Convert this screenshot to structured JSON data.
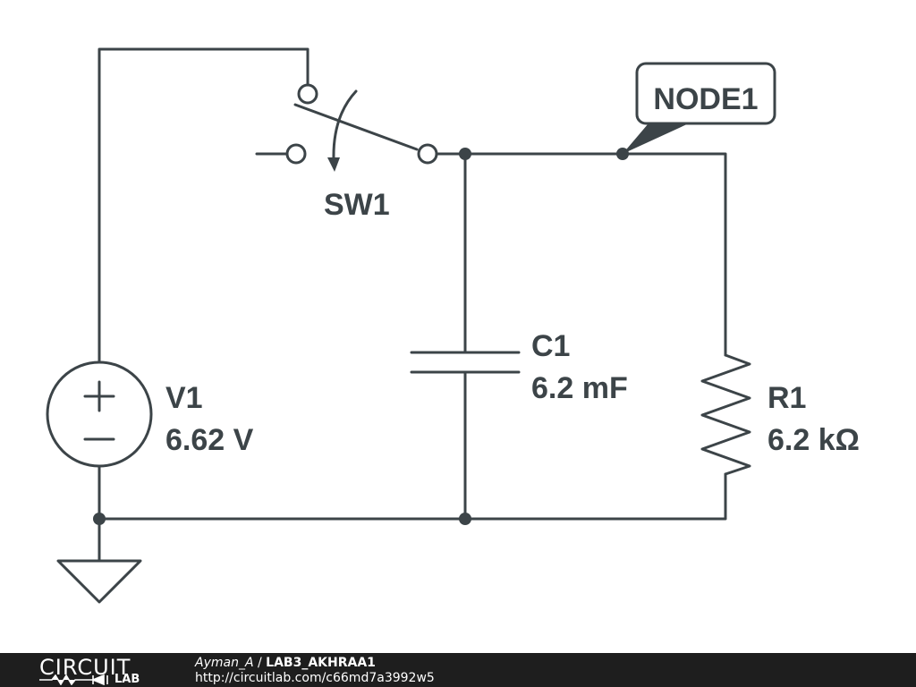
{
  "components": {
    "switch": {
      "name": "SW1"
    },
    "node_label": {
      "name": "NODE1"
    },
    "source": {
      "name": "V1",
      "value": "6.62 V",
      "plus": "+",
      "minus": "−"
    },
    "capacitor": {
      "name": "C1",
      "value": "6.2 mF"
    },
    "resistor": {
      "name": "R1",
      "value": "6.2 kΩ"
    }
  },
  "footer": {
    "logo_top": "CIRCUIT",
    "logo_bottom": "LAB",
    "author": "Ayman_A",
    "separator": "/",
    "project": "LAB3_AKHRAA1",
    "url": "http://circuitlab.com/c66md7a3992w5"
  },
  "colors": {
    "wire": "#3c4448",
    "background": "#ffffff",
    "footer_bg": "#1e1e1e"
  }
}
